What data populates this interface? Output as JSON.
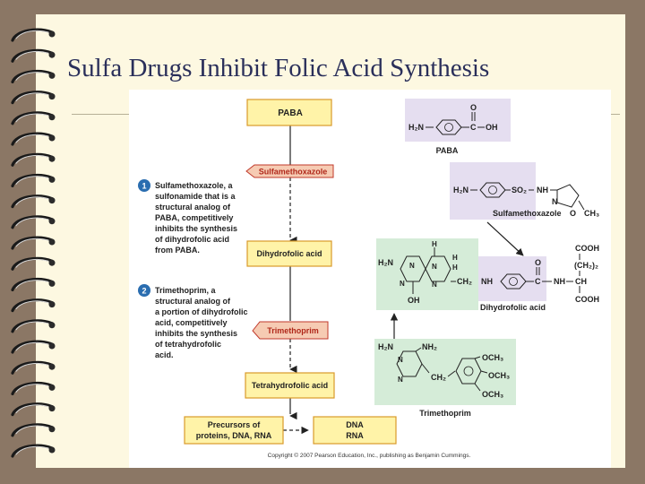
{
  "slide": {
    "title": "Sulfa Drugs Inhibit Folic Acid Synthesis"
  },
  "pathway": {
    "paba_box": "PABA",
    "sulfamethoxazole_tag": "Sulfamethoxazole",
    "dihydrofolic_box": "Dihydrofolic acid",
    "trimethoprim_tag": "Trimethoprim",
    "tetrahydrofolic_box": "Tetrahydrofolic acid",
    "precursors_box": [
      "Precursors of",
      "proteins, DNA, RNA"
    ],
    "dna_rna_box": [
      "DNA",
      "RNA"
    ]
  },
  "notes": [
    {
      "number": "1",
      "lines": [
        "Sulfamethoxazole, a",
        "sulfonamide that is a",
        "structural analog of",
        "PABA, competitively",
        "inhibits the synthesis",
        "of dihydrofolic acid",
        "from PABA."
      ]
    },
    {
      "number": "2",
      "lines": [
        "Trimethoprim, a",
        "structural analog of",
        "a portion of dihydrofolic",
        "acid, competitively",
        "inhibits the synthesis",
        "of tetrahydrofolic",
        "acid."
      ]
    }
  ],
  "structures": {
    "paba": {
      "name": "PABA",
      "labels": {
        "h2n": "H₂N",
        "c": "C",
        "o": "O",
        "oh": "OH"
      }
    },
    "sulfamethoxazole": {
      "name": "Sulfamethoxazole",
      "labels": {
        "h2n": "H₂N",
        "so2": "SO₂",
        "nh": "NH",
        "n": "N",
        "o": "O",
        "ch3": "CH₃"
      }
    },
    "dihydrofolic": {
      "name": "Dihydrofolic acid",
      "labels": {
        "h2n": "H₂N",
        "n": "N",
        "h": "H",
        "ch2": "CH₂",
        "nh": "NH",
        "c": "C",
        "o": "O",
        "oh": "OH",
        "cooh": "COOH",
        "ch2_2": "(CH₂)₂",
        "ch": "CH"
      }
    },
    "trimethoprim": {
      "name": "Trimethoprim",
      "labels": {
        "h2n": "H₂N",
        "nh2": "NH₂",
        "n": "N",
        "ch2": "CH₂",
        "och3": "OCH₃"
      }
    }
  },
  "copyright": "Copyright © 2007 Pearson Education, Inc., publishing as Benjamin Cummings.",
  "colors": {
    "box_fill": "#fff3a8",
    "box_stroke": "#d99a2b",
    "tag_fill": "#f6cbb3",
    "tag_stroke": "#c0392b",
    "tag_text": "#b0281a",
    "badge": "#2a6db0",
    "purple_panel": "#e5def0",
    "green_panel": "#d5ecd8",
    "title_color": "#2a2f5a",
    "frame": "#8b7765",
    "paper": "#fdf8e1"
  }
}
